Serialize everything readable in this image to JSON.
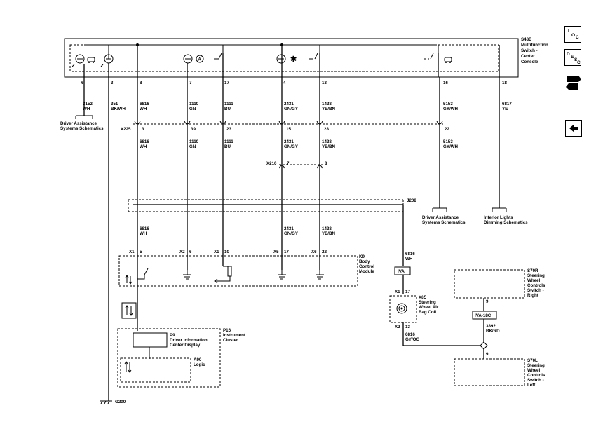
{
  "module": {
    "ref": "S48E",
    "name": "Multifunction Switch - Center Console"
  },
  "pins": [
    "6",
    "3",
    "8",
    "7",
    "17",
    "4",
    "13",
    "16",
    "18"
  ],
  "circuits": [
    {
      "num": "3152",
      "color": "WH"
    },
    {
      "num": "351",
      "color": "BK/WH"
    },
    {
      "num": "6816",
      "color": "WH"
    },
    {
      "num": "1110",
      "color": "GN"
    },
    {
      "num": "1111",
      "color": "BU"
    },
    {
      "num": "2431",
      "color": "GN/GY"
    },
    {
      "num": "1428",
      "color": "YE/BN"
    },
    {
      "num": "5153",
      "color": "GY/WH"
    },
    {
      "num": "6817",
      "color": "YE"
    }
  ],
  "x225": {
    "ref": "X225",
    "pins": [
      "3",
      "39",
      "23",
      "15",
      "28",
      "22"
    ]
  },
  "x210": {
    "ref": "X210",
    "pins": [
      "7",
      "8"
    ]
  },
  "j208": "J208",
  "refs": {
    "das1": "Driver Assistance Systems Schematics",
    "das2": "Driver Assistance Systems Schematics",
    "interior": "Interior Lights Dimming Schematics"
  },
  "k9": {
    "ref": "K9",
    "name": "Body Control Module",
    "connectors": [
      {
        "conn": "X1",
        "pin": "5"
      },
      {
        "conn": "X2",
        "pin": "6"
      },
      {
        "conn": "X1",
        "pin": "10"
      },
      {
        "conn": "X5",
        "pin": "17"
      },
      {
        "conn": "X6",
        "pin": "22"
      }
    ]
  },
  "p16": {
    "ref": "P16",
    "name": "Instrument Cluster"
  },
  "p9": {
    "ref": "P9",
    "name": "Driver Information Center Display"
  },
  "a90": {
    "ref": "A90",
    "name": "Logic"
  },
  "x85": {
    "ref": "X85",
    "name": "Steering Wheel Air Bag Coil",
    "x1": "X1",
    "x1pin": "17",
    "x2": "X2",
    "x2pin": "13"
  },
  "iva": "IVA",
  "iva18c": "IVA-18C",
  "s70r": {
    "ref": "S70R",
    "name": "Steering Wheel Controls Switch - Right",
    "pin": "9"
  },
  "s70l": {
    "ref": "S70L",
    "name": "Steering Wheel Controls Switch - Left",
    "pin": "9"
  },
  "c6816gy": {
    "num": "6816",
    "color": "GY/OG"
  },
  "c3892": {
    "num": "3892",
    "color": "BK/RD"
  },
  "ground": "G200",
  "nav": {
    "loc1": "L",
    "loc2": "O",
    "loc3": "C",
    "desc1": "D",
    "desc2": "E",
    "desc3": "S",
    "desc4": "C"
  }
}
